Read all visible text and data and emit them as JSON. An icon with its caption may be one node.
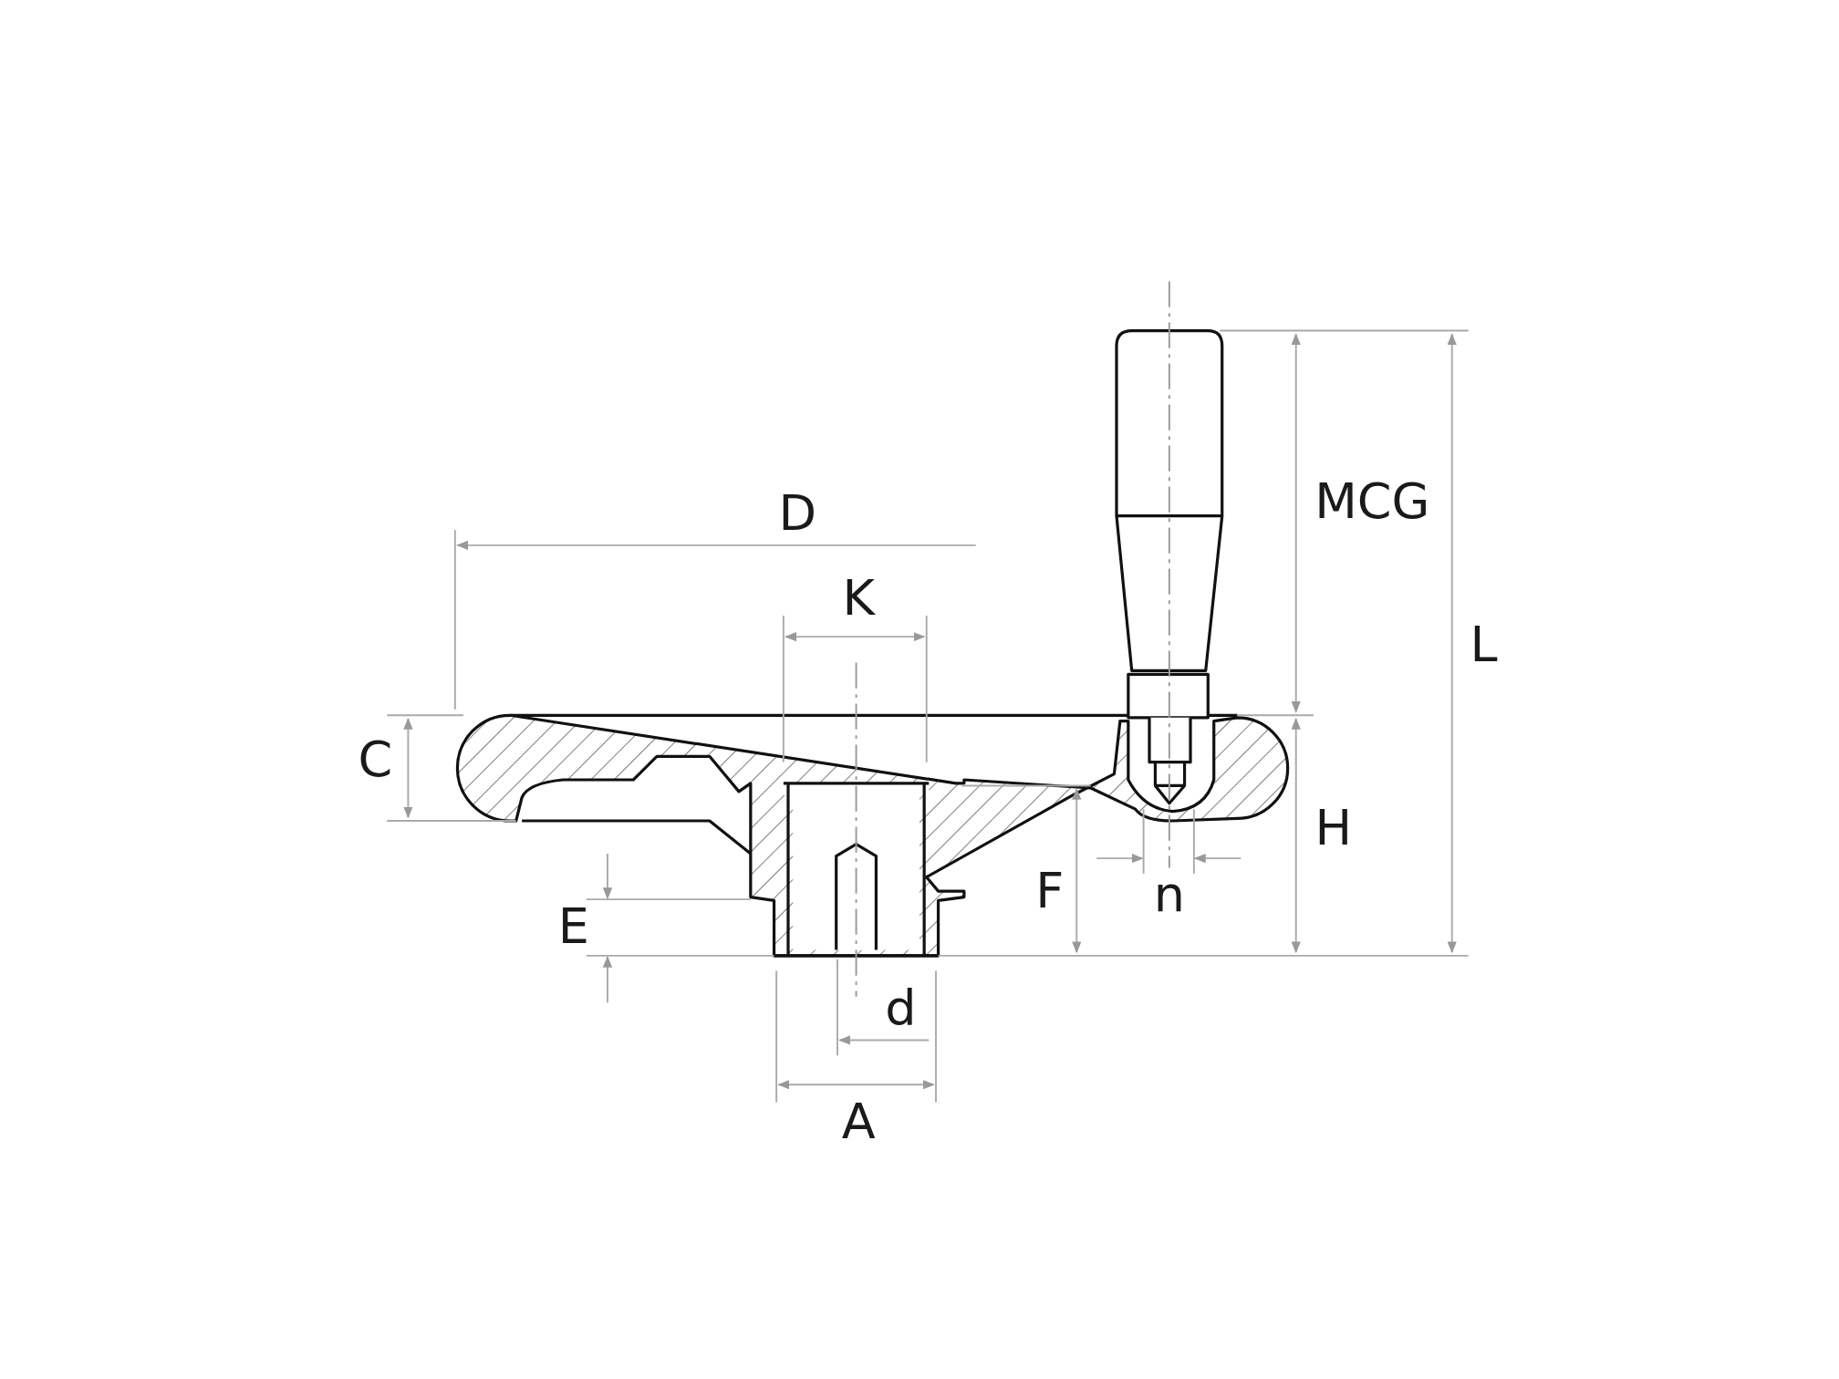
{
  "diagram": {
    "labels": [
      "MCG",
      "D",
      "K",
      "L",
      "C",
      "H",
      "F",
      "n",
      "E",
      "d",
      "A"
    ]
  }
}
